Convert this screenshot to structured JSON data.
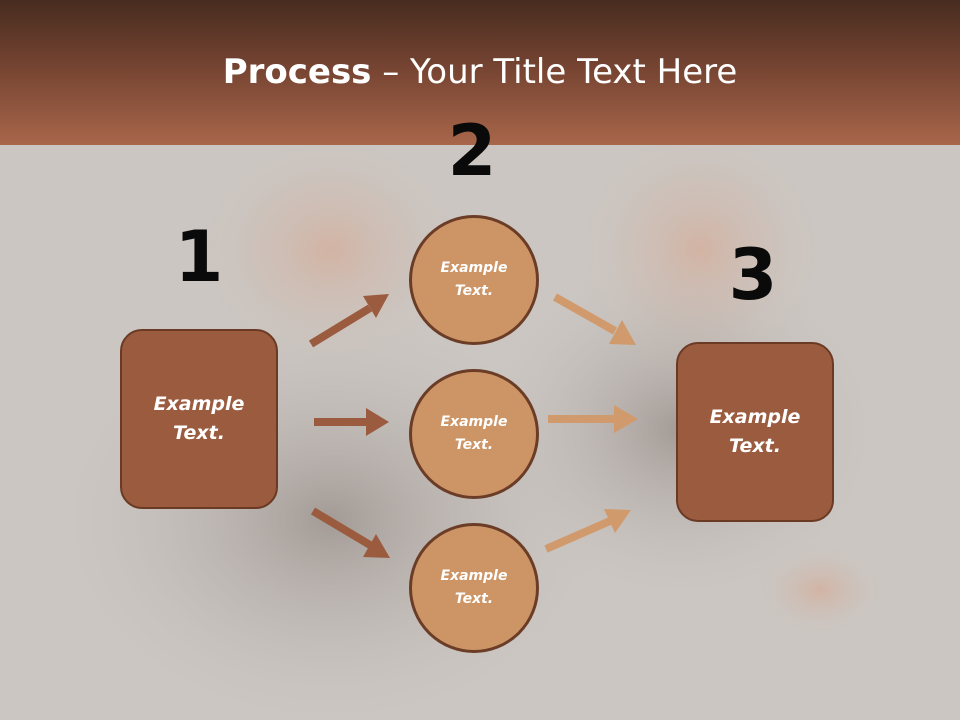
{
  "slide": {
    "title_bold": "Process",
    "title_rest": " – Your Title Text Here",
    "step_numbers": [
      "1",
      "2",
      "3"
    ],
    "left_box": "Example\nText.",
    "right_box": "Example\nText.",
    "circles": [
      "Example\nText.",
      "Example\nText.",
      "Example\nText."
    ]
  },
  "colors": {
    "header_dark": "#472c1f",
    "header_light": "#a8664a",
    "box_fill": "#9b5b3f",
    "circle_fill": "#cd9566",
    "arrow_dark": "#9b5b3f",
    "arrow_light": "#d09a6c",
    "background": "#cbc6c2"
  }
}
